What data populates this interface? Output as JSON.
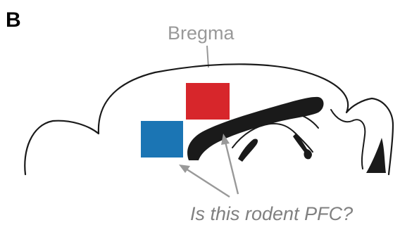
{
  "panel_label": "B",
  "bregma_label": "Bregma",
  "question": "Is this rodent PFC?",
  "colors": {
    "red_region": "#d7262b",
    "blue_region": "#1b75b4",
    "outline": "#1a1a1a",
    "annotation_gray": "#999999",
    "ventricle": "#1a1a1a"
  }
}
